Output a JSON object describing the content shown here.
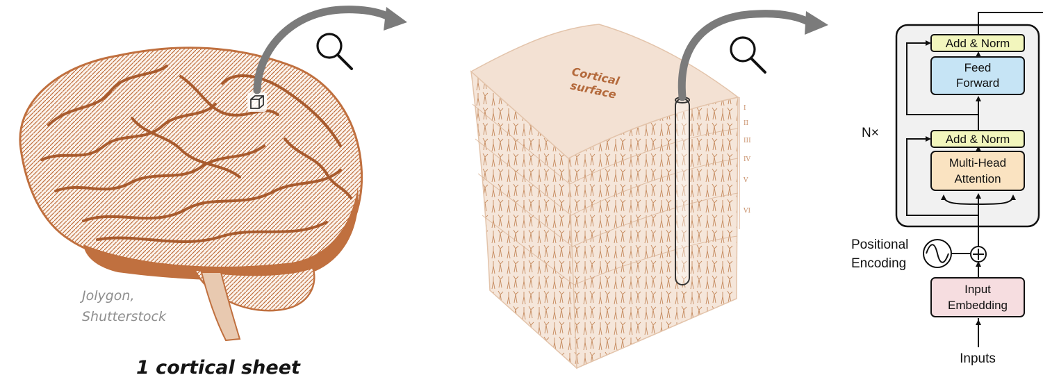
{
  "brain_panel": {
    "credit_line1": "Jolygon,",
    "credit_line2": "Shutterstock",
    "caption": "1 cortical sheet"
  },
  "cortex_panel": {
    "surface_line1": "Cortical",
    "surface_line2": "surface",
    "layer_labels": [
      "I",
      "II",
      "III",
      "IV",
      "V",
      "VI"
    ]
  },
  "transformer_panel": {
    "add_norm_top": "Add & Norm",
    "feed_forward_line1": "Feed",
    "feed_forward_line2": "Forward",
    "add_norm_bottom": "Add & Norm",
    "attention_line1": "Multi-Head",
    "attention_line2": "Attention",
    "repeat_label": "N×",
    "positional_line1": "Positional",
    "positional_line2": "Encoding",
    "embedding_line1": "Input",
    "embedding_line2": "Embedding",
    "inputs_label": "Inputs"
  },
  "colors": {
    "brain_fill": "#c0703f",
    "brain_line": "#a85b2e",
    "cortex_tint": "#f3e1d3",
    "arrow_gray": "#7b7b7b",
    "add_norm": "#f2f6bd",
    "feed_forward": "#c6e4f5",
    "attention": "#fae3c1",
    "embedding": "#f6dde0",
    "encoder_block": "#f1f1f1"
  },
  "icons": [
    "magnifier-icon",
    "cube-icon",
    "sine-wave-icon",
    "add-circle-icon"
  ]
}
